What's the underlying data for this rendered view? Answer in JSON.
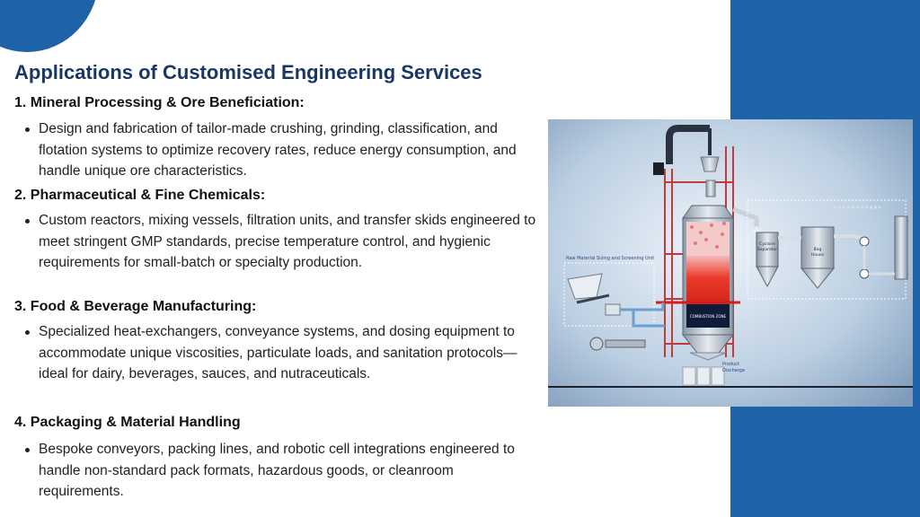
{
  "title": "Applications of Customised Engineering Services",
  "sections": [
    {
      "heading": "1. Mineral Processing & Ore Beneficiation:",
      "bullet": "Design and fabrication of tailor-made crushing, grinding, classification, and flotation systems to optimize recovery rates, reduce energy consumption, and handle unique ore characteristics."
    },
    {
      "heading": "2. Pharmaceutical & Fine Chemicals:",
      "bullet": "Custom reactors, mixing vessels, filtration units, and transfer skids engineered to meet stringent GMP standards, precise temperature control, and hygienic requirements for small-batch or specialty production."
    },
    {
      "heading": "3. Food & Beverage Manufacturing:",
      "bullet": "Specialized heat-exchangers, conveyance systems, and dosing equipment to accommodate unique viscosities, particulate loads, and sanitation protocols—ideal for dairy, beverages, sauces, and nutraceuticals."
    },
    {
      "heading": "4. Packaging & Material Handling",
      "bullet": "Bespoke conveyors, packing lines, and robotic cell integrations engineered to handle non-standard pack formats, hazardous goods, or cleanroom requirements."
    }
  ],
  "diagram": {
    "raw_material_label": "Raw Material Sizing and Screening Unit",
    "cyclone_label_1": "Cyclone",
    "cyclone_label_2": "Separator",
    "baghouse_label_1": "Bag",
    "baghouse_label_2": "House",
    "combustion_label": "COMBUSTION ZONE",
    "product_label_1": "Product",
    "product_label_2": "Discharge"
  },
  "colors": {
    "brand_blue": "#1e62a8",
    "title_navy": "#1a3764"
  }
}
